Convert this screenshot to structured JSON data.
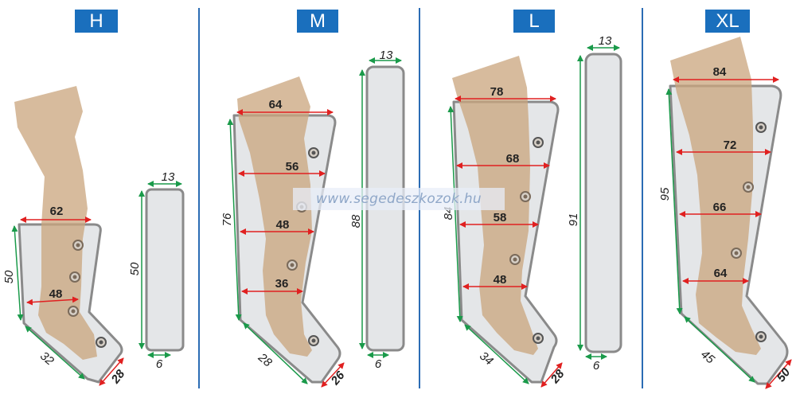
{
  "sizes": [
    {
      "badge": "H",
      "boot_dims": {
        "top": "62",
        "lower": "48",
        "height": "50",
        "foot": "32",
        "toe": "28"
      },
      "panel_dims": {
        "width": "13",
        "height": "50",
        "bottom": "6"
      }
    },
    {
      "badge": "M",
      "boot_dims": {
        "top": "64",
        "w1": "56",
        "w2": "48",
        "w3": "36",
        "height": "76",
        "foot": "28",
        "toe": "26"
      },
      "panel_dims": {
        "width": "13",
        "height": "88",
        "bottom": "6"
      }
    },
    {
      "badge": "L",
      "boot_dims": {
        "top": "78",
        "w1": "68",
        "w2": "58",
        "w3": "48",
        "height": "84",
        "foot": "34",
        "toe": "28"
      },
      "panel_dims": {
        "width": "13",
        "height": "91",
        "bottom": "6"
      }
    },
    {
      "badge": "XL",
      "boot_dims": {
        "top": "84",
        "w1": "72",
        "w2": "66",
        "w3": "64",
        "height": "95",
        "foot": "45",
        "toe": "50"
      }
    }
  ],
  "watermark": "www.segedeszkozok.hu",
  "colors": {
    "badge_bg": "#1a6fbd",
    "divider": "#2b6cb4",
    "boot_outline": "#8a8a8a",
    "boot_fill": "#e4e6e8",
    "leg_fill": "#c9a47c",
    "width_arrow": "#e02020",
    "height_arrow": "#1a9a4a"
  }
}
